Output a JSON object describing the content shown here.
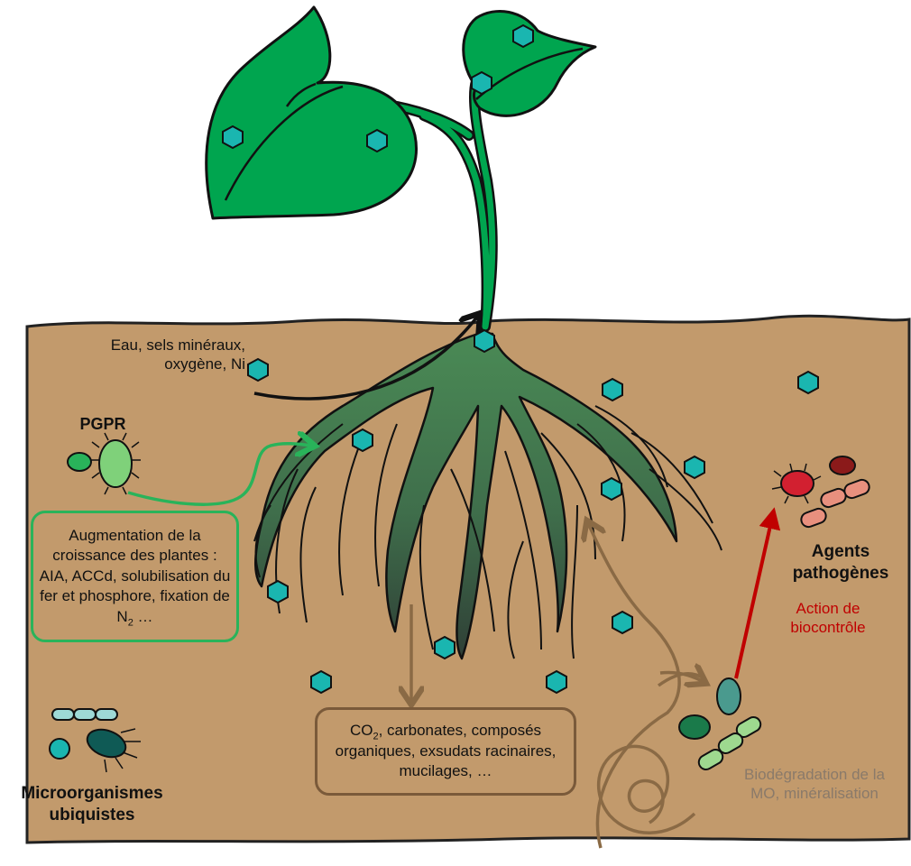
{
  "labels": {
    "water_minerals": "Eau, sels minéraux, oxygène, Ni",
    "pgpr_title": "PGPR",
    "pgpr_box_pre": "Augmentation de la croissance des plantes : AIA, ACCd, solubilisation du fer et phosphore, fixation de N",
    "pgpr_box_sub": "2",
    "pgpr_box_post": " …",
    "exudate_pre": "CO",
    "exudate_sub": "2",
    "exudate_post": ", carbonates, composés organiques, exsudats racinaires, mucilages, …",
    "biodegradation": "Biodégradation de la MO, minéralisation",
    "pathogens": "Agents pathogènes",
    "biocontrol": "Action de biocontrôle",
    "ubiquitous": "Microorganismes ubiquistes"
  },
  "colors": {
    "soil": "#c29a6c",
    "leaf": "#00a54f",
    "nickel_hexagon": "#1ab6b0",
    "pgpr_green": "#29b35a",
    "brown_arrow": "#8a6a45",
    "biocontrol_red": "#c00000",
    "pathogen_red": "#d22030"
  }
}
